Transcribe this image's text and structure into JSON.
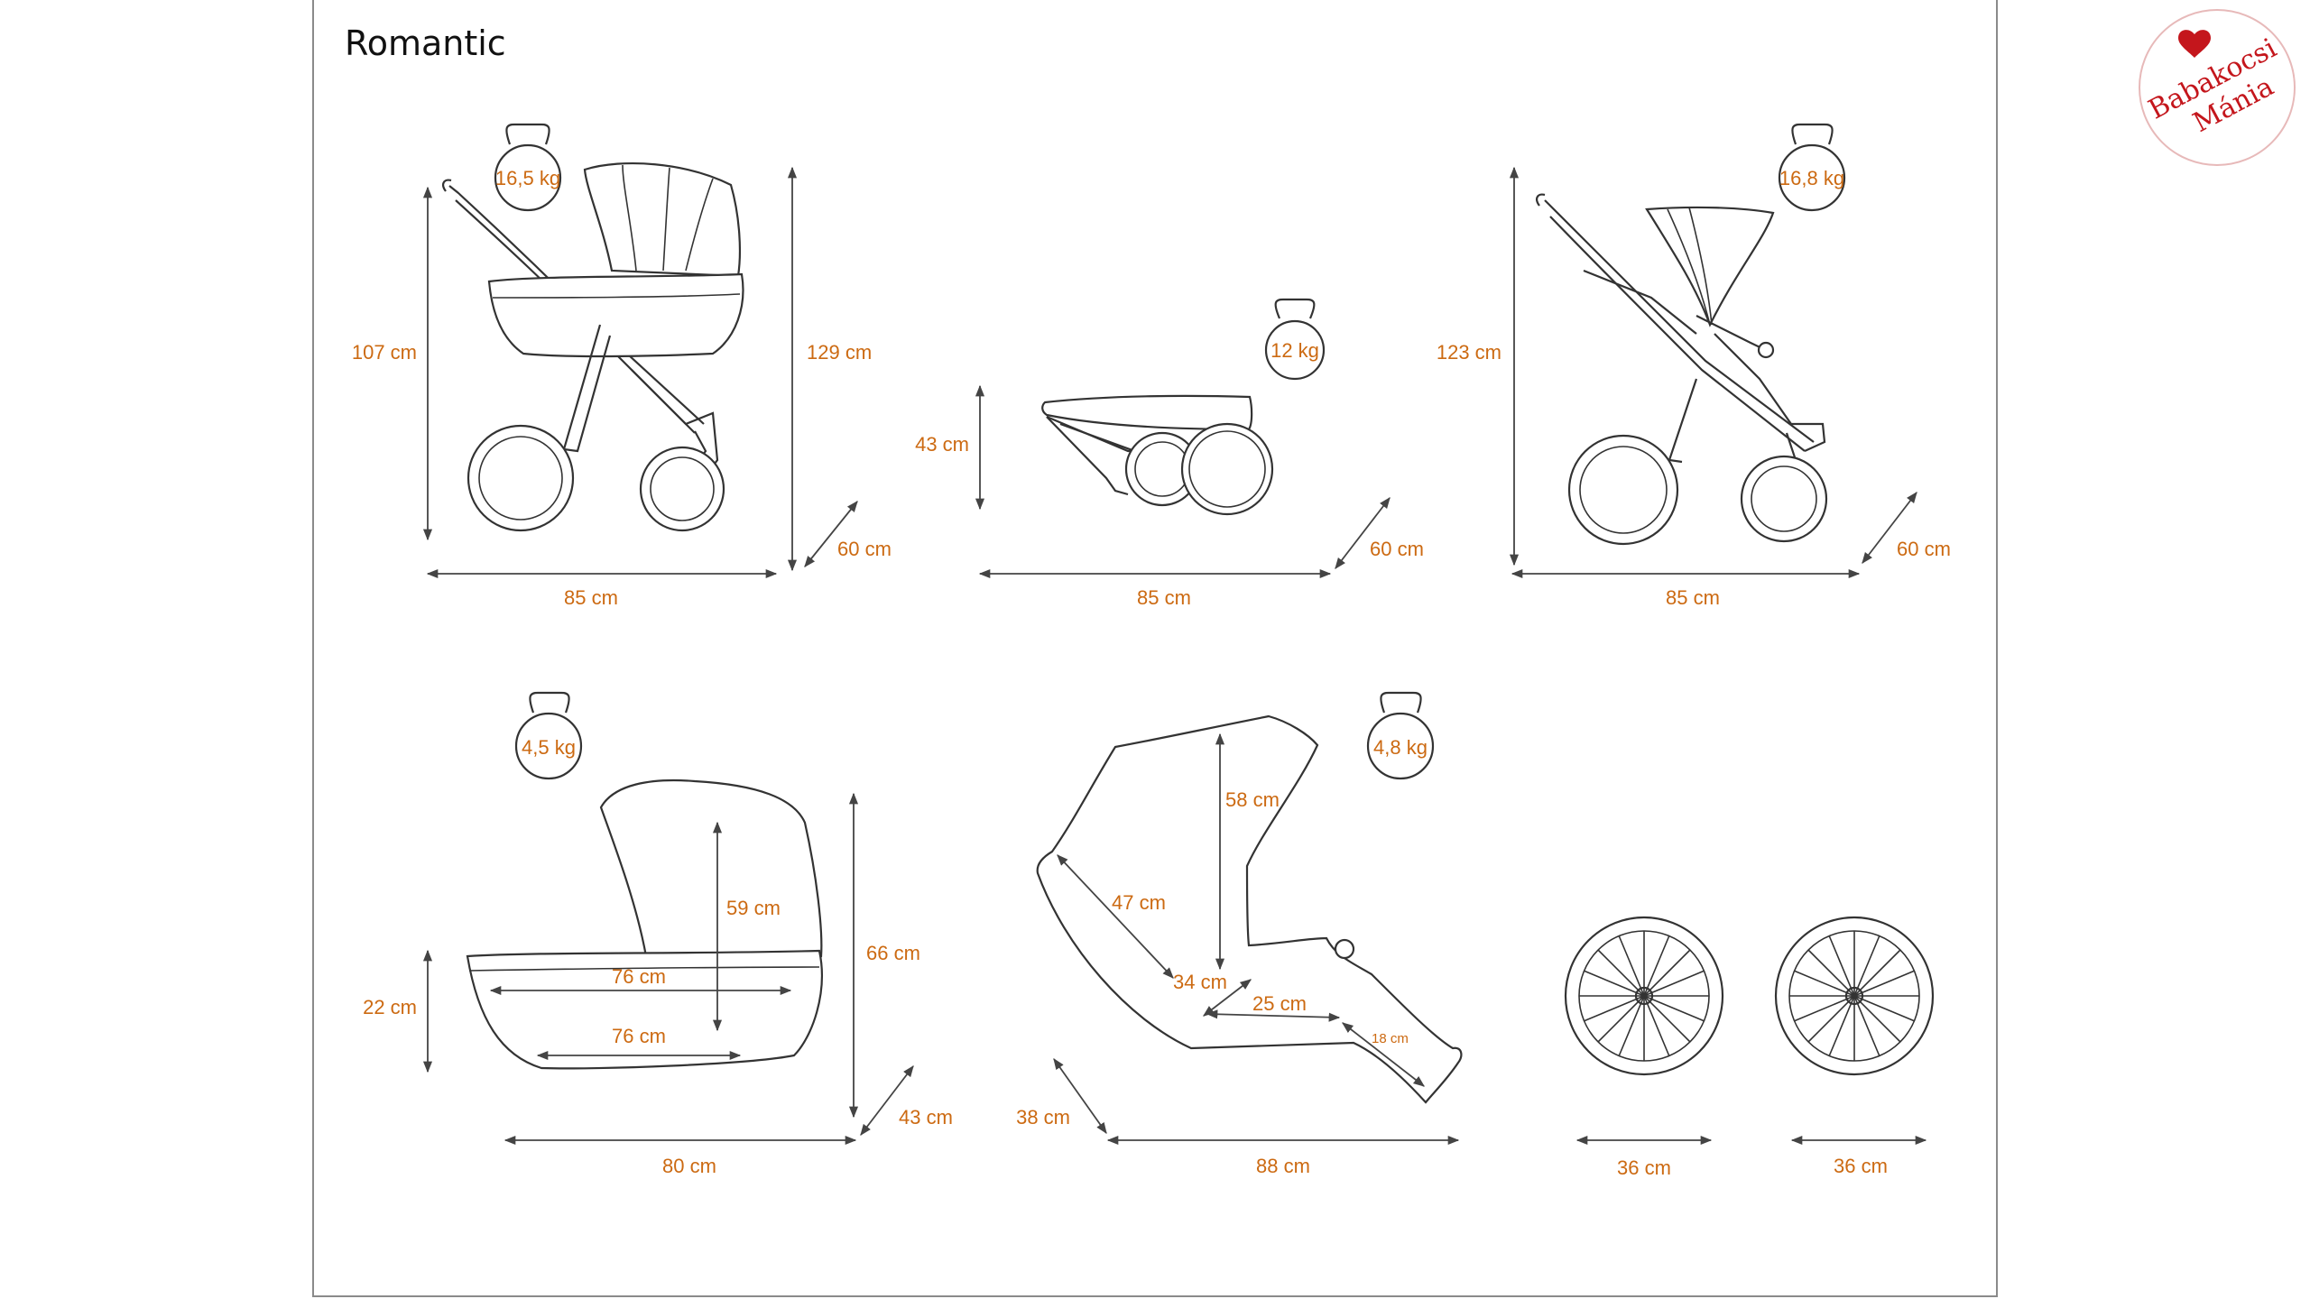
{
  "title": "Romantic",
  "logo": {
    "line1": "Babakocsi",
    "line2": "Mánia",
    "icon": "heart-icon",
    "color": "#c4161c"
  },
  "label_color": "#cc6a12",
  "views": {
    "pram": {
      "weight": "16,5 kg",
      "height": "107 cm",
      "total_height": "129 cm",
      "depth": "60 cm",
      "length": "85 cm"
    },
    "folded": {
      "weight": "12 kg",
      "height": "43 cm",
      "depth": "60 cm",
      "length": "85 cm"
    },
    "stroller": {
      "weight": "16,8 kg",
      "height": "123 cm",
      "depth": "60 cm",
      "length": "85 cm"
    },
    "carrycot": {
      "weight": "4,5 kg",
      "height": "22 cm",
      "hood_height": "59 cm",
      "inner_top": "76 cm",
      "inner_bottom": "76 cm",
      "total_height": "66 cm",
      "depth": "43 cm",
      "length": "80 cm"
    },
    "seat": {
      "weight": "4,8 kg",
      "back_height": "58 cm",
      "back_length": "47 cm",
      "seat_width": "34 cm",
      "seat_depth": "25 cm",
      "footrest": "18 cm",
      "depth": "38 cm",
      "length": "88 cm"
    },
    "wheels": {
      "front": "36 cm",
      "rear": "36 cm"
    }
  }
}
